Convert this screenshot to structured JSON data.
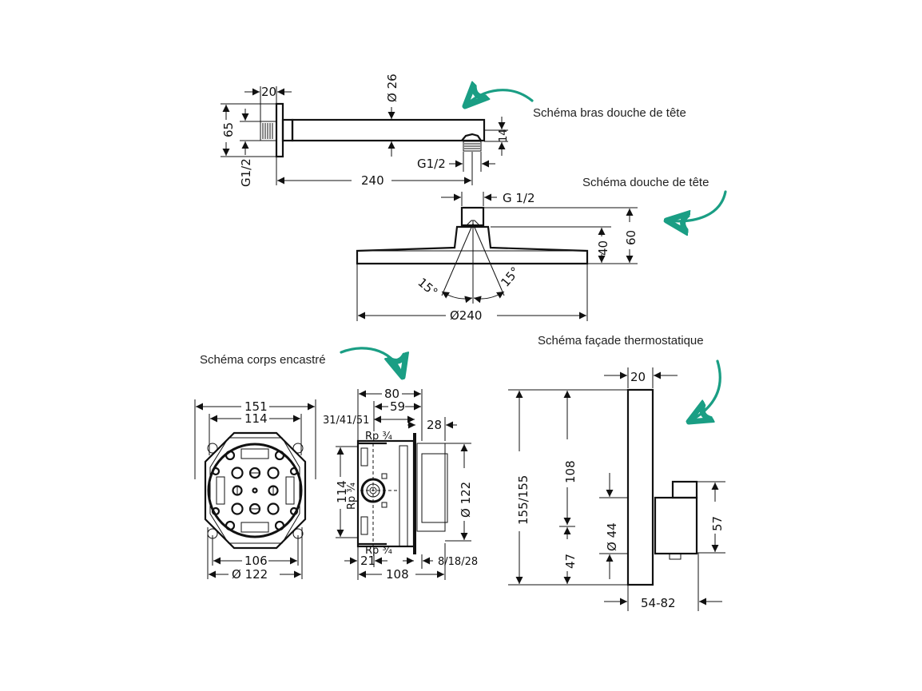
{
  "captions": {
    "arm": "Schéma bras douche de tête",
    "head": "Schéma douche de tête",
    "body": "Schéma corps encastré",
    "facade": "Schéma façade thermostatique"
  },
  "arm": {
    "flange_width": "20",
    "diameter": "Ø 26",
    "height": "65",
    "thread_left": "G1/2",
    "outlet_thread": "G1/2",
    "outlet_drop": "14",
    "length": "240"
  },
  "head": {
    "thread": "G  1/2",
    "height_total": "60",
    "height_body": "40",
    "angle_left": "15°",
    "angle_right": "15°",
    "diameter": "Ø240"
  },
  "body_front": {
    "outer": "151",
    "inner": "114",
    "bottom_inner": "106",
    "diameter": "Ø  122"
  },
  "body_side": {
    "depth": "80",
    "depth_inner": "59",
    "offsets": "31/41/51",
    "cover": "28",
    "rp_top": "Rp ¾",
    "rp_side": "Rp ¾",
    "rp_bottom": "Rp ¾",
    "height": "114",
    "diameter": "Ø  122",
    "bottom_left": "21",
    "bottom_total": "108",
    "bottom_right": "8/18/28"
  },
  "facade": {
    "thickness": "20",
    "height": "155/155",
    "upper": "108",
    "knob_diameter": "Ø  44",
    "lower": "47",
    "knob_height": "57",
    "projection": "54-82"
  },
  "colors": {
    "accent": "#1a9e84",
    "line": "#111111"
  }
}
